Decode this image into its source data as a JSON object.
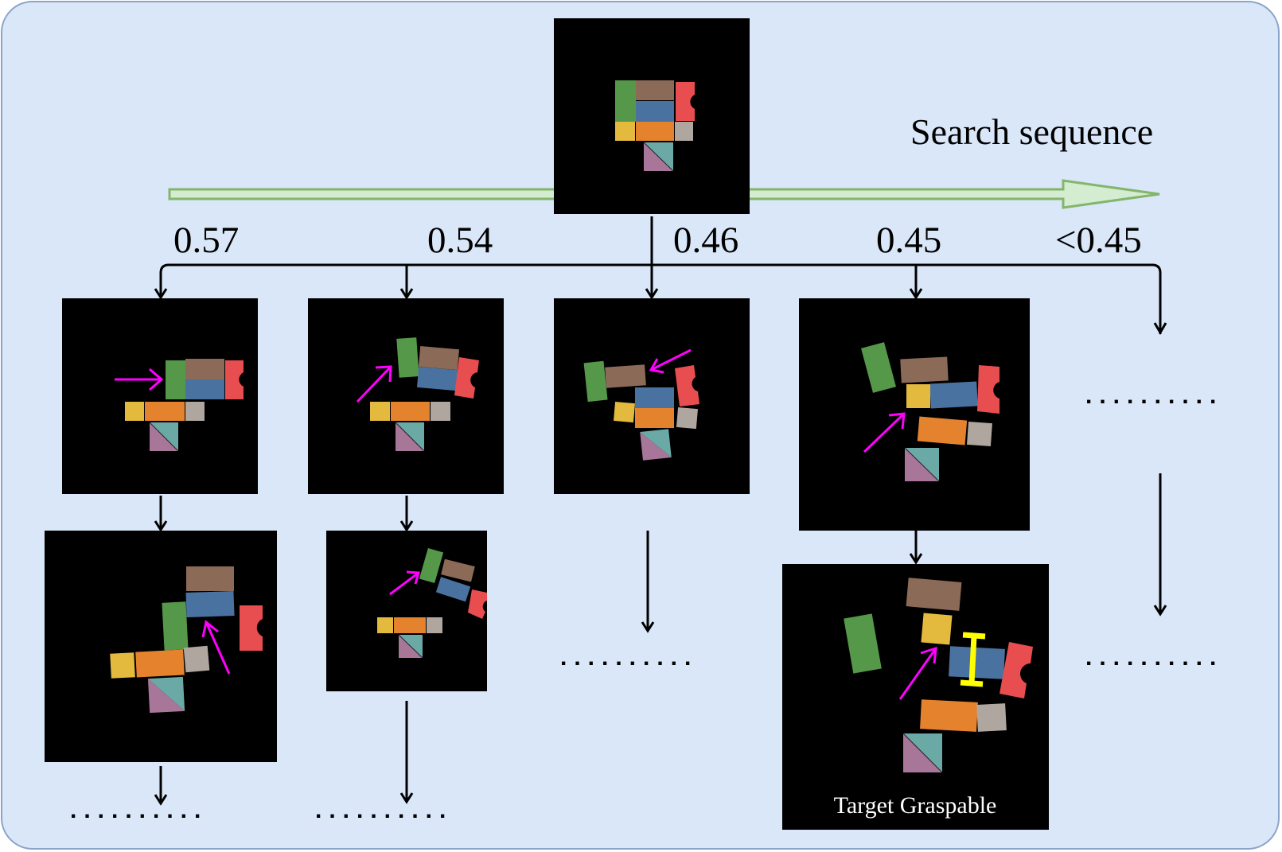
{
  "title": "Search sequence",
  "scores": [
    "0.57",
    "0.54",
    "0.46",
    "0.45",
    "<0.45"
  ],
  "ellipsis": "..........",
  "target_label": "Target Graspable",
  "colors": {
    "background": "#d9e7f8",
    "border": "#8aa3c8",
    "sequence_arrow_fill": "#d4ecd0",
    "sequence_arrow_stroke": "#84b56c",
    "push_arrow": "#ff00ff",
    "grasp_marker": "#ffff00",
    "block_green": "#55984a",
    "block_brown": "#8b6a57",
    "block_red": "#e84d50",
    "block_blue": "#4a72a0",
    "block_yellow": "#e3ba3e",
    "block_orange": "#e4822e",
    "block_gray": "#b0a6a0",
    "block_teal": "#6ba9a7",
    "block_purple": "#a87698"
  }
}
